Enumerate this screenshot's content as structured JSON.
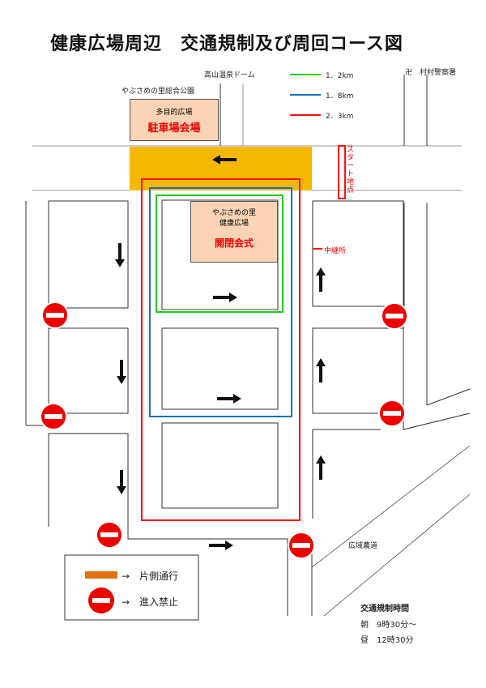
{
  "title": "健康広場周辺　交通規制及び周回コース図",
  "landmarks": {
    "dome": "高山温泉ドーム",
    "park": "やぶさめの里総合公園",
    "police": "卍　村村警察署",
    "start": "スタート地点",
    "relay": "中継所",
    "road": "広域農道"
  },
  "parking": {
    "sub": "多目的広場",
    "main": "駐車場会場"
  },
  "venue": {
    "sub1": "やぶさめの里",
    "sub2": "健康広場",
    "main": "開閉会式"
  },
  "course_legend": [
    {
      "label": "1．2km",
      "color": "#22cc22"
    },
    {
      "label": "1．8km",
      "color": "#1a6fc0"
    },
    {
      "label": "2．3km",
      "color": "#ff1111"
    }
  ],
  "legend": {
    "one_way": "→　片側通行",
    "no_entry": "→　進入禁止"
  },
  "schedule": {
    "heading": "交通規制時間",
    "from": "朝　9時30分～",
    "to": "昼　12時30分"
  },
  "colors": {
    "one_way": "#f5b800",
    "box": "#f9d3b4"
  }
}
